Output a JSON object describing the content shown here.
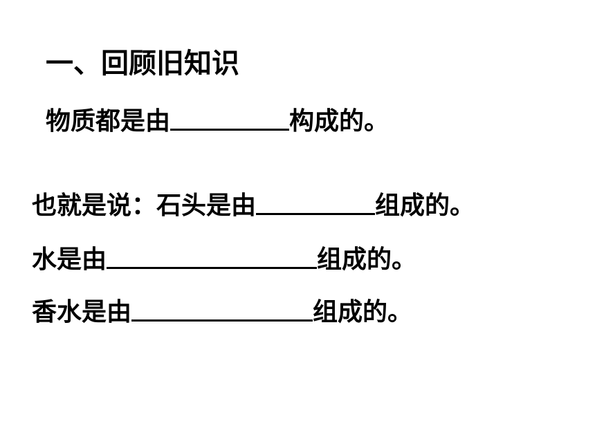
{
  "title": "一、回顾旧知识",
  "lines": [
    {
      "before": "物质都是由",
      "after": "构成的。"
    },
    {
      "before": "也就是说：石头是由",
      "after": "组成的。"
    },
    {
      "before": "水是由",
      "after": "组成的。"
    },
    {
      "before": "香水是由",
      "after": "组成的。"
    }
  ],
  "colors": {
    "text": "#000000",
    "background": "#ffffff"
  }
}
